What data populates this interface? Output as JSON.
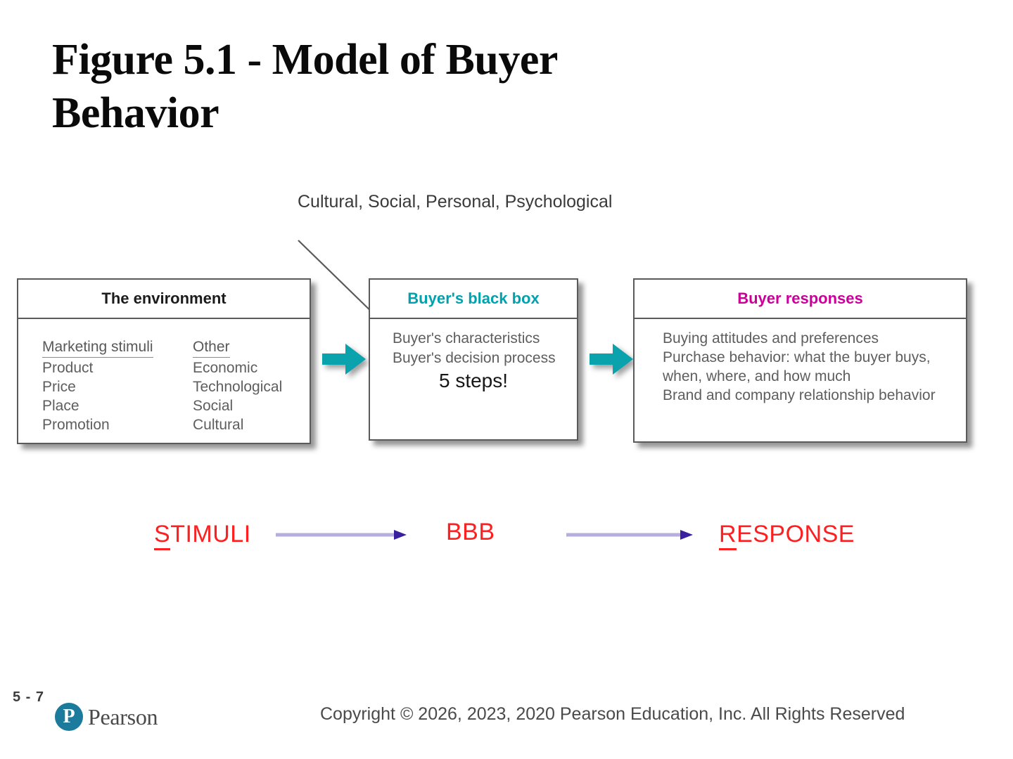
{
  "slide": {
    "title": "Figure 5.1 - Model of Buyer Behavior",
    "influences_caption": "Cultural, Social, Personal, Psychological"
  },
  "colors": {
    "environment_header": "#1c1c1c",
    "black_box_header": "#00a3ad",
    "responses_header": "#cc0099",
    "teal_arrow": "#0aa3ad",
    "annotation_red": "#fc2020",
    "annotation_arrow": "#b6aede",
    "annotation_arrowhead": "#3a1f9e",
    "pearson_blue": "#1c7b9c"
  },
  "boxes": {
    "environment": {
      "header": "The environment",
      "columns": [
        {
          "heading": "Marketing stimuli",
          "items": [
            "Product",
            "Price",
            "Place",
            "Promotion"
          ]
        },
        {
          "heading": "Other",
          "items": [
            "Economic",
            "Technological",
            "Social",
            "Cultural"
          ]
        }
      ]
    },
    "black_box": {
      "header": "Buyer's black box",
      "lines": [
        "Buyer's characteristics",
        "Buyer's decision process"
      ],
      "annotation": "5 steps!"
    },
    "responses": {
      "header": "Buyer responses",
      "lines": [
        "Buying attitudes and preferences",
        "Purchase behavior: what the buyer buys,",
        "when, where, and how much",
        "Brand and company relationship behavior"
      ]
    }
  },
  "annotations": {
    "stimuli": {
      "first": "S",
      "rest": "TIMULI"
    },
    "bbb": "BBB",
    "response": {
      "first": "R",
      "rest": "ESPONSE"
    }
  },
  "footer": {
    "page_number": "5 - 7",
    "brand_mark": "P",
    "brand_name": "Pearson",
    "copyright": "Copyright © 2026, 2023, 2020 Pearson Education, Inc. All Rights Reserved"
  },
  "icons": {
    "teal_arrow": "right-block-arrow-icon",
    "pointer": "diagonal-pointer-arrow-icon",
    "flow_arrow": "right-arrow-icon",
    "brand": "pearson-logo-icon"
  }
}
